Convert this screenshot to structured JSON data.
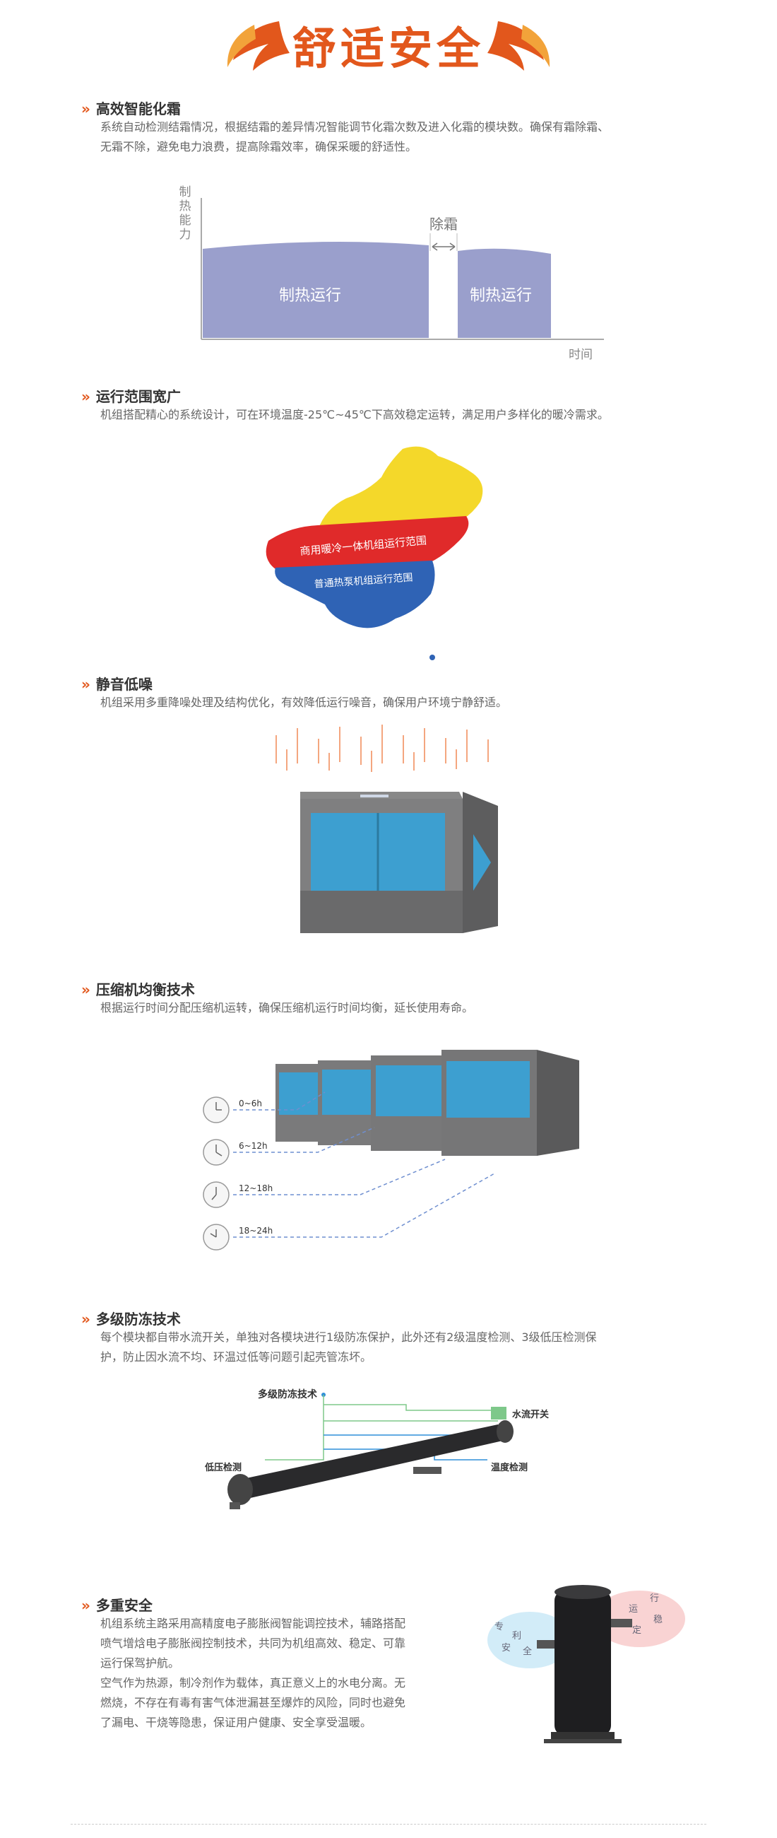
{
  "banner": {
    "title": "舒适安全"
  },
  "sections": [
    {
      "title": "高效智能化霜",
      "lines": [
        "系统自动检测结霜情况，根据结霜的差异情况智能调节化霜次数及进入化霜的模块数。确保有霜除霜、",
        "无霜不除，避免电力浪费，提高除霜效率，确保采暖的舒适性。"
      ]
    },
    {
      "title": "运行范围宽广",
      "lines": [
        "机组搭配精心的系统设计，可在环境温度-25℃~45℃下高效稳定运转，满足用户多样化的暖冷需求。"
      ]
    },
    {
      "title": "静音低噪",
      "lines": [
        "机组采用多重降噪处理及结构优化，有效降低运行噪音，确保用户环境宁静舒适。"
      ]
    },
    {
      "title": "压缩机均衡技术",
      "lines": [
        "根据运行时间分配压缩机运转，确保压缩机运行时间均衡，延长使用寿命。"
      ]
    },
    {
      "title": "多级防冻技术",
      "lines": [
        "每个模块都自带水流开关，单独对各模块进行1级防冻保护，此外还有2级温度检测、3级低压检测保",
        "护，防止因水流不均、环温过低等问题引起壳管冻坏。"
      ]
    },
    {
      "title": "多重安全",
      "lines": [
        "机组系统主路采用高精度电子膨胀阀智能调控技术，辅路搭配",
        "喷气增焓电子膨胀阀控制技术，共同为机组高效、稳定、可靠",
        "运行保驾护航。",
        "空气作为热源，制冷剂作为载体，真正意义上的水电分离。无",
        "燃烧，不存在有毒有害气体泄漏甚至爆炸的风险，同时也避免",
        "了漏电、干烧等隐患，保证用户健康、安全享受温暖。"
      ]
    }
  ],
  "defrost_chart": {
    "ylabel": [
      "制",
      "热",
      "能",
      "力"
    ],
    "xlabel": "时间",
    "defrost_label": "除霜",
    "run_label_1": "制热运行",
    "run_label_2": "制热运行",
    "fill_color": "#9a9fcc"
  },
  "map": {
    "upper_label": "商用暖冷一体机组运行范围",
    "lower_label": "普通热泵机组运行范围",
    "colors": {
      "yellow": "#f4d82a",
      "red": "#e02a2a",
      "blue": "#2f63b5"
    }
  },
  "compressor_timers": [
    "0~6h",
    "6~12h",
    "12~18h",
    "18~24h"
  ],
  "antifreeze": {
    "title": "多级防冻技术",
    "water_switch": "水流开关",
    "temp_detect": "温度检测",
    "low_pressure": "低压检测"
  },
  "safety_words": {
    "left": [
      "专",
      "利",
      "安",
      "全"
    ],
    "right": [
      "行",
      "运",
      "稳",
      "定"
    ]
  }
}
